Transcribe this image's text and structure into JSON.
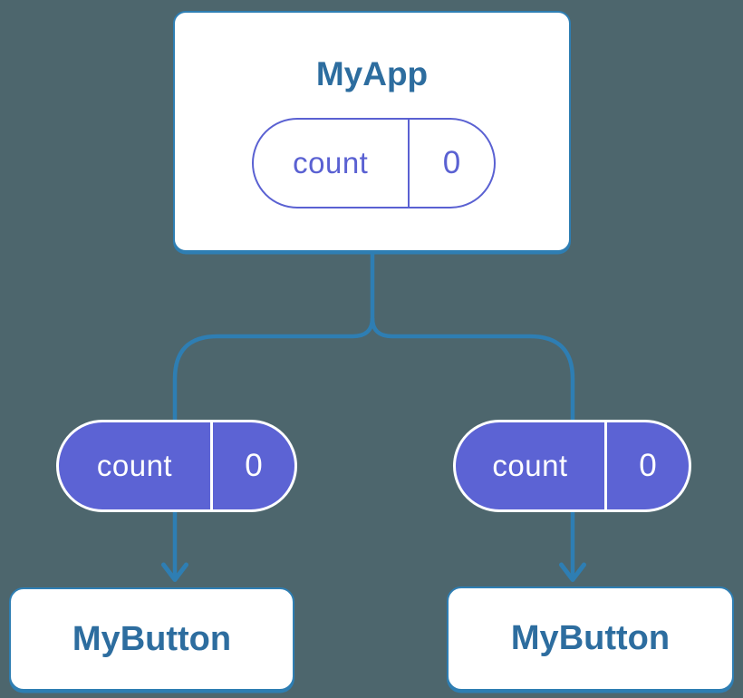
{
  "colors": {
    "background": "#4d666d",
    "connector_blue": "#2e7eb3",
    "title_blue": "#2d6d9f",
    "pill_purple": "#5c63d4",
    "pill_white": "#ffffff"
  },
  "diagram": {
    "root": {
      "title": "MyApp",
      "state_pill": {
        "label": "count",
        "value": "0"
      }
    },
    "children": [
      {
        "title": "MyButton",
        "prop_pill": {
          "label": "count",
          "value": "0"
        }
      },
      {
        "title": "MyButton",
        "prop_pill": {
          "label": "count",
          "value": "0"
        }
      }
    ]
  }
}
